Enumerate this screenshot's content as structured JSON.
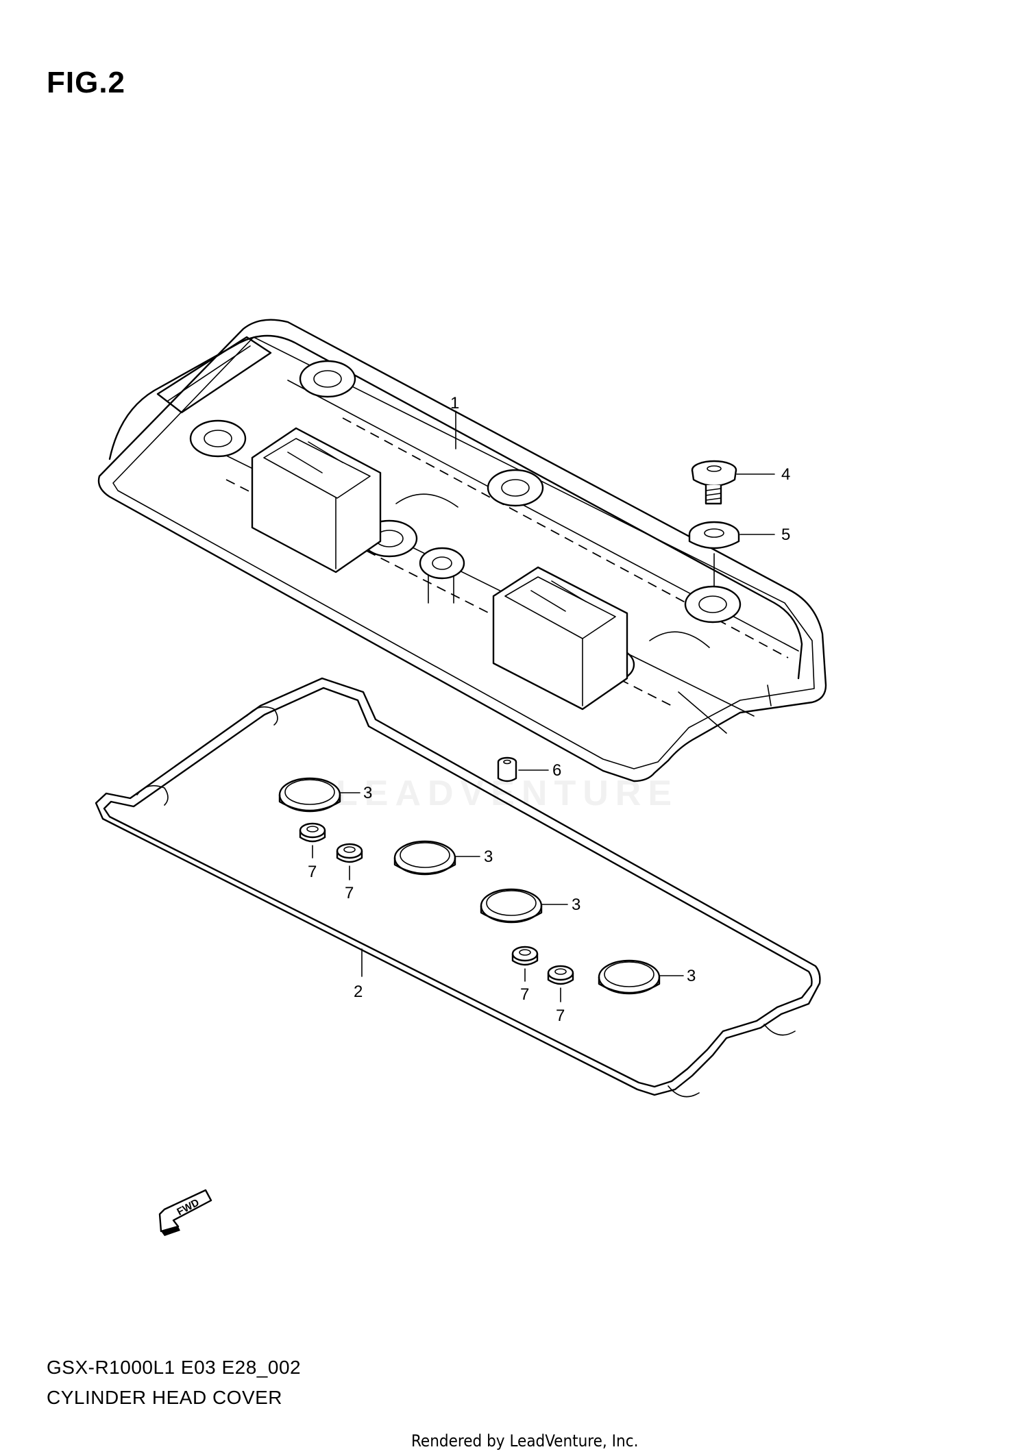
{
  "figure_label": "FIG.2",
  "model_code": "GSX-R1000L1 E03 E28_002",
  "diagram_name": "CYLINDER HEAD COVER",
  "credit": "Rendered by LeadVenture, Inc.",
  "watermark": "LEADVENTURE",
  "direction_label": "FWD",
  "callouts": {
    "c1": "1",
    "c2": "2",
    "c3a": "3",
    "c3b": "3",
    "c3c": "3",
    "c3d": "3",
    "c4": "4",
    "c5": "5",
    "c6": "6",
    "c7a": "7",
    "c7b": "7",
    "c7c": "7",
    "c7d": "7"
  }
}
